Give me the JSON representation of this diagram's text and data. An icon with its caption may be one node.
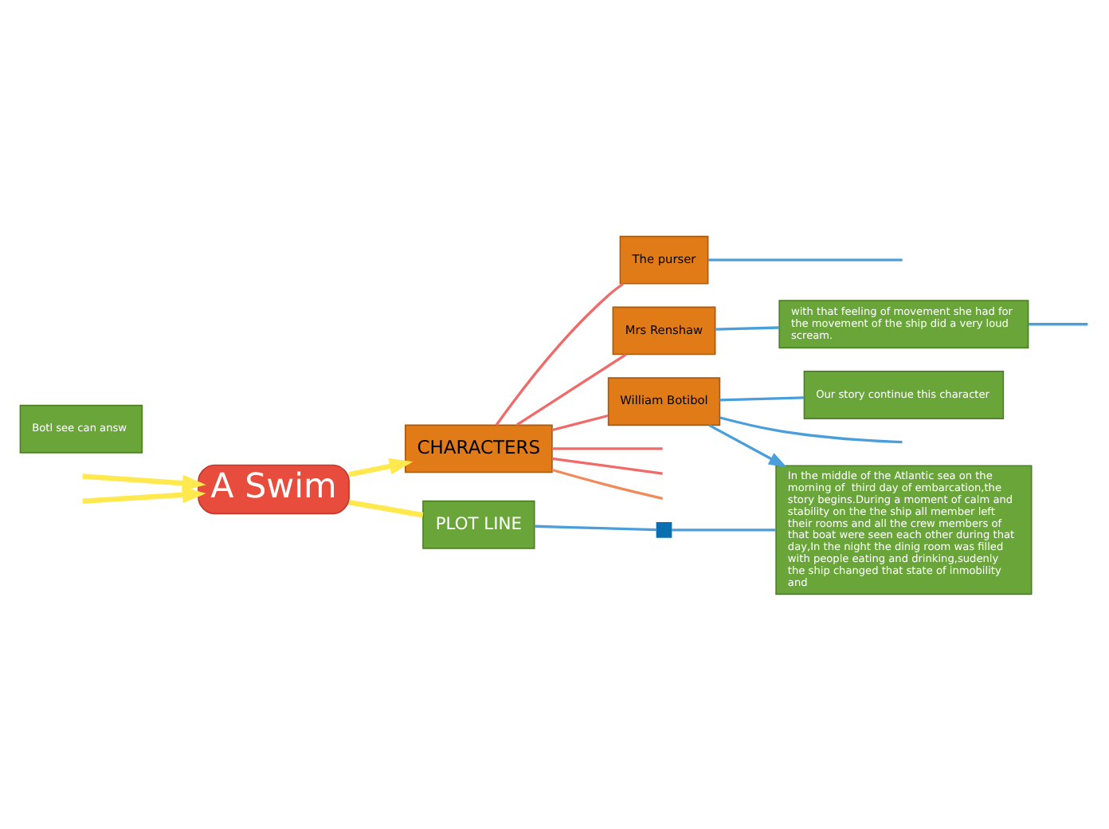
{
  "diagram": {
    "nodes": [
      {
        "text": [
          "A Swim"
        ]
      },
      {
        "text": [
          "CHARACTERS"
        ]
      },
      {
        "text": [
          "PLOT LINE"
        ]
      },
      {
        "text": [
          "The purser"
        ]
      },
      {
        "text": [
          "Botl see can answ"
        ]
      },
      {
        "text": [
          "Mrs Renshaw"
        ]
      },
      {
        "text": [
          "with that feeling of movement she had for the movement of the ship did a very loud scream."
        ]
      },
      {
        "text": [
          "William Botibol"
        ]
      },
      {
        "text": [
          "Our story continue this character"
        ]
      },
      {
        "text": [],
        "shape": "box"
      },
      {
        "text": [
          "In the middle of the Atlantic sea on the morning of  third day of embarcation,the story begins.During a moment of calm and stability on the the ship all member left their rooms and all the crew members of that boat were seen each other during that day,In the night the dinig room was filled with people eating and drinking,sudenly the ship changed that state of inmobility and"
        ]
      }
    ],
    "edges": [
      {
        "from": null,
        "to": 0,
        "arrow": "to",
        "style": "thick",
        "color": "#ffe94f"
      },
      {
        "from": null,
        "to": 0,
        "arrow": "to",
        "style": "thick",
        "color": "#ffe94f"
      },
      {
        "from": 0,
        "to": 1,
        "arrow": "to",
        "style": "thick",
        "color": "#ffe94f"
      },
      {
        "from": 0,
        "to": 2,
        "arrow": "none",
        "style": "thick",
        "color": "#ffe94f"
      },
      {
        "from": 1,
        "to": null,
        "arrow": "none",
        "color": "#f06a6a"
      },
      {
        "from": 1,
        "to": null,
        "arrow": "none",
        "color": "#f06a6a"
      },
      {
        "from": 1,
        "to": null,
        "arrow": "none",
        "color": "#f08a5a"
      },
      {
        "from": 1,
        "to": 3,
        "arrow": "none",
        "color": "#f06a6a"
      },
      {
        "from": 1,
        "to": 5,
        "arrow": "none",
        "color": "#f06a6a"
      },
      {
        "from": 1,
        "to": 7,
        "arrow": "none",
        "color": "#f06a6a"
      },
      {
        "from": 3,
        "to": null,
        "arrow": "none",
        "color": "#4a9fdb"
      },
      {
        "from": 5,
        "to": 6,
        "arrow": "none",
        "color": "#4a9fdb"
      },
      {
        "from": 6,
        "to": null,
        "arrow": "none",
        "color": "#4a9fdb"
      },
      {
        "from": 7,
        "to": null,
        "arrow": "none",
        "color": "#4a9fdb"
      },
      {
        "from": 7,
        "to": 8,
        "arrow": "none",
        "color": "#4a9fdb"
      },
      {
        "from": 7,
        "to": 10,
        "arrow": "to",
        "color": "#4a9fdb"
      },
      {
        "from": 2,
        "to": 9,
        "arrow": "none",
        "color": "#4a9fdb"
      },
      {
        "from": 9,
        "to": 10,
        "arrow": "none",
        "color": "#4a9fdb"
      }
    ]
  }
}
